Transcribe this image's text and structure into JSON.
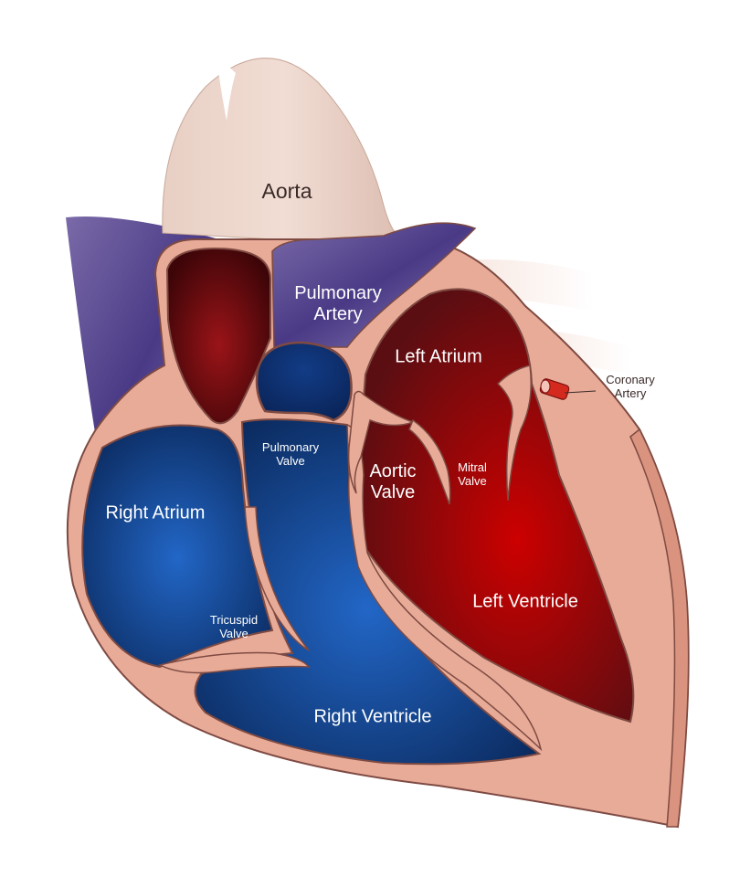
{
  "colors": {
    "tissue": "#e8ab98",
    "tissue_outline": "#7e4a42",
    "aorta": "#ecd6cc",
    "oxygen_rich": "#c40000",
    "oxygen_rich_dark": "#5a0e12",
    "oxygen_poor": "#1e5fbf",
    "oxygen_poor_dark": "#0b2a5e",
    "vessel_purple": "#5e4a92",
    "coronary": "#d42a1e",
    "label_light": "#ffffff",
    "label_dark": "#3a2a28"
  },
  "labels": {
    "aorta": "Aorta",
    "pulmonary_artery": "Pulmonary\nArtery",
    "left_atrium": "Left Atrium",
    "coronary_artery": "Coronary\nArtery",
    "pulmonary_valve": "Pulmonary\nValve",
    "aortic_valve": "Aortic\nValve",
    "mitral_valve": "Mitral\nValve",
    "right_atrium": "Right Atrium",
    "left_ventricle": "Left Ventricle",
    "tricuspid_valve": "Tricuspid\nValve",
    "right_ventricle": "Right Ventricle"
  }
}
